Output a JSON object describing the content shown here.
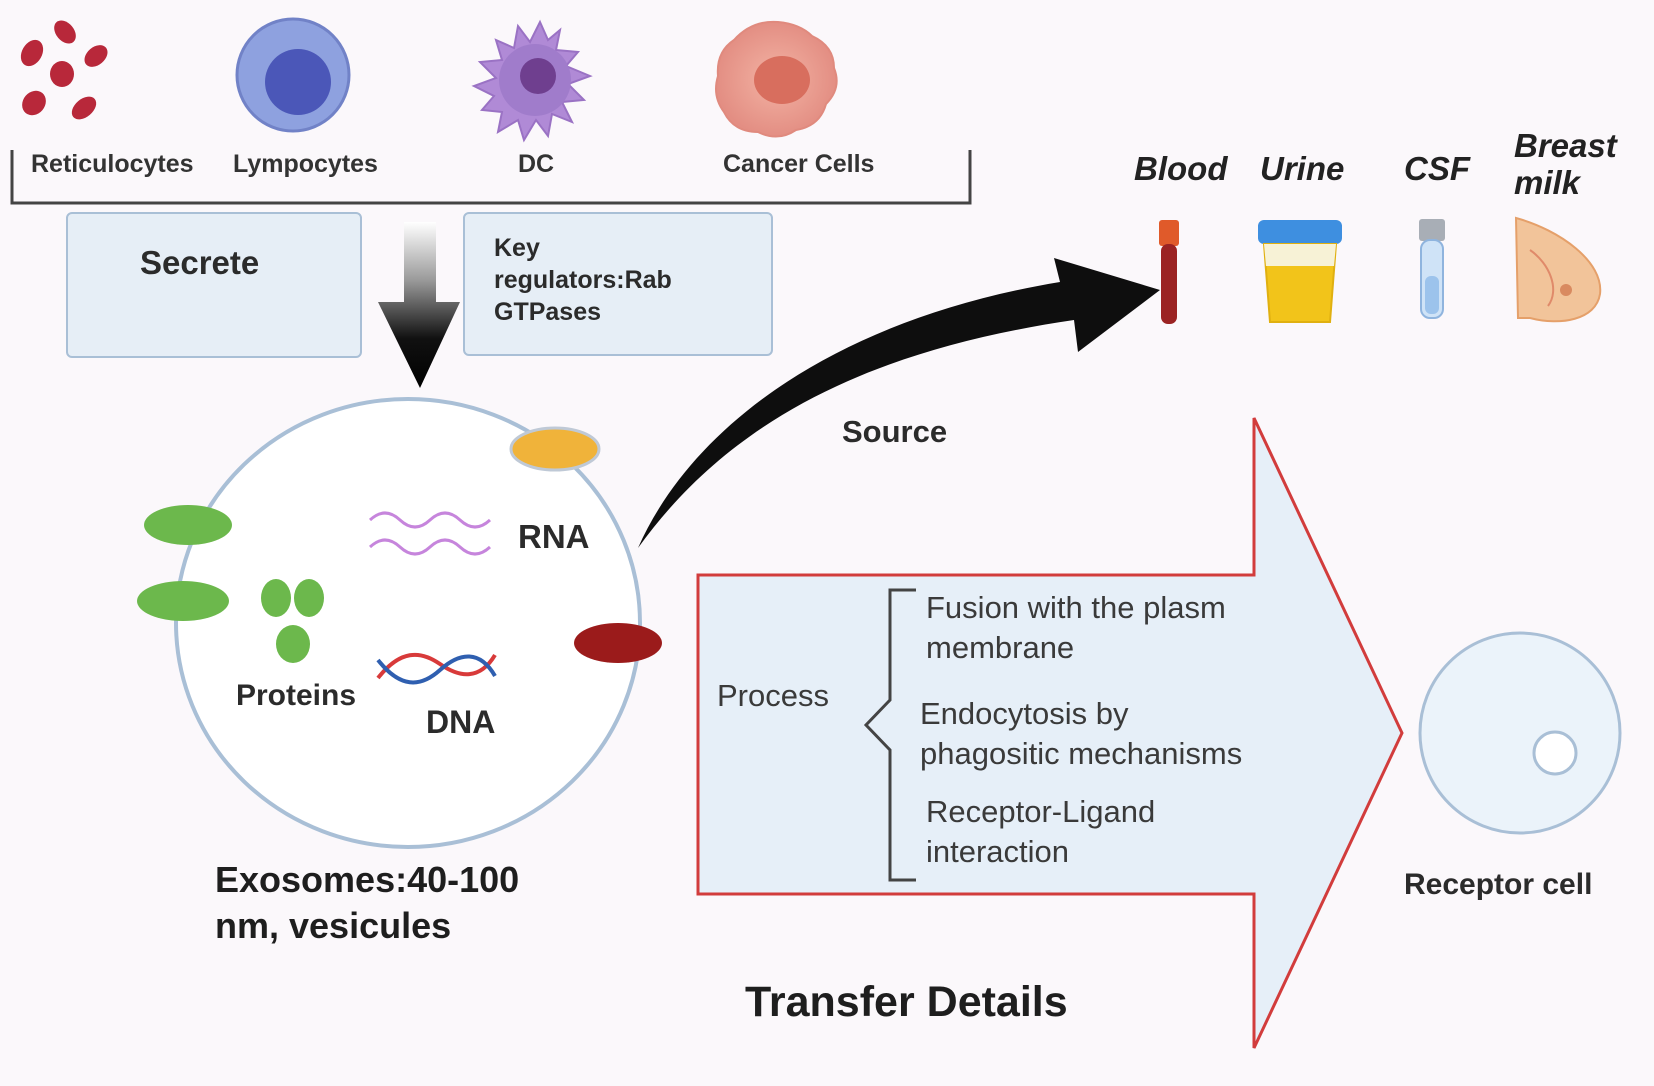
{
  "cells": {
    "reticulocytes": "Reticulocytes",
    "lympocytes": "Lympocytes",
    "dc": "DC",
    "cancer": "Cancer Cells"
  },
  "secrete_label": "Secrete",
  "regulators_text": "Key\nregulators:Rab\nGTPases",
  "exosome": {
    "rna": "RNA",
    "proteins": "Proteins",
    "dna": "DNA",
    "caption": "Exosomes:40-100\nnm, vesicules"
  },
  "source_label": "Source",
  "fluids": {
    "blood": "Blood",
    "urine": "Urine",
    "csf": "CSF",
    "milk": "Breast\nmilk"
  },
  "process": {
    "label": "Process",
    "items": [
      "Fusion with the plasm\nmembrane",
      "Endocytosis by\nphagositic mechanisms",
      "Receptor-Ligand\ninteraction"
    ]
  },
  "transfer_title": "Transfer Details",
  "receptor_label": "Receptor cell",
  "colors": {
    "reticulocyte": "#b8283a",
    "lympocyte": "#7f93d8",
    "dc": "#a77fd0",
    "cancer": "#e9978a",
    "protein_green": "#6cb84c",
    "membrane_orange": "#f0b33a",
    "membrane_red": "#9b1b1b",
    "rna": "#c685dc",
    "arrow_outline": "#d23c3c"
  }
}
